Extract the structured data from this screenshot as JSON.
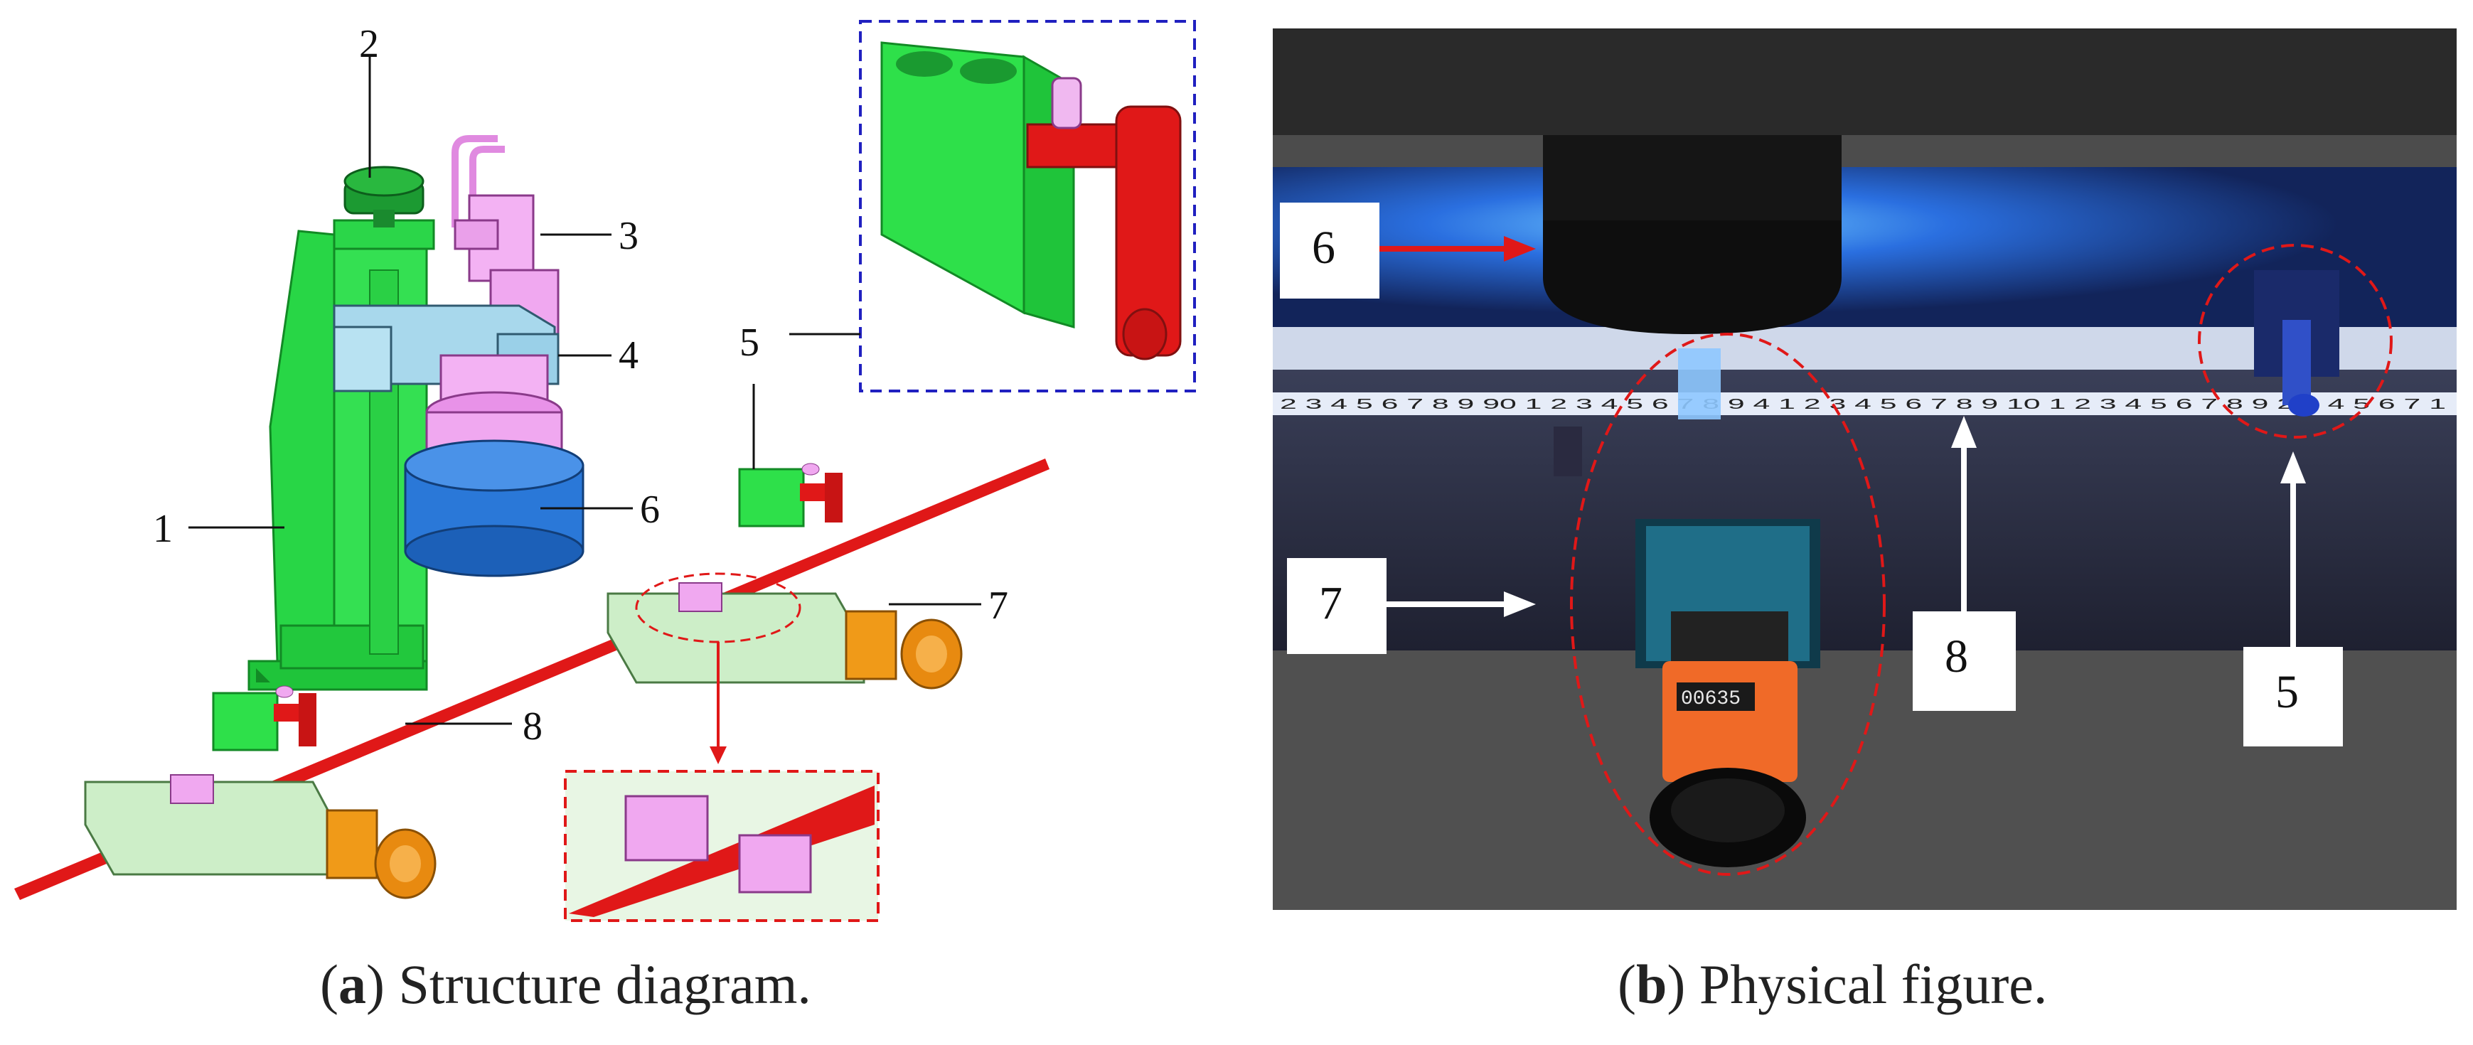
{
  "panel_a": {
    "labels": [
      "1",
      "2",
      "3",
      "4",
      "5",
      "6",
      "7",
      "8"
    ]
  },
  "panel_b": {
    "labels": [
      "6",
      "7",
      "8",
      "5"
    ],
    "ruler_text": "2 3 4 5 6 7 8 9 90 1 2 3 4 5 6 7 8 9 4 1 2 3 4 5 6 7 8 9 10 1 2 3 4 5 6 7 8 9 2 3 4 5 6 7 1",
    "readout": "00635"
  },
  "captions": {
    "a_letter": "a",
    "a_text": " Structure diagram.",
    "b_letter": "b",
    "b_text": " Physical figure."
  },
  "colors": {
    "frame_green": "#2ee04a",
    "stage_pink": "#f0a8f0",
    "ring_blue": "#2a78d8",
    "rail_red": "#e01818",
    "knob_orange": "#f09a18",
    "highlight_blue": "#2040c8"
  }
}
